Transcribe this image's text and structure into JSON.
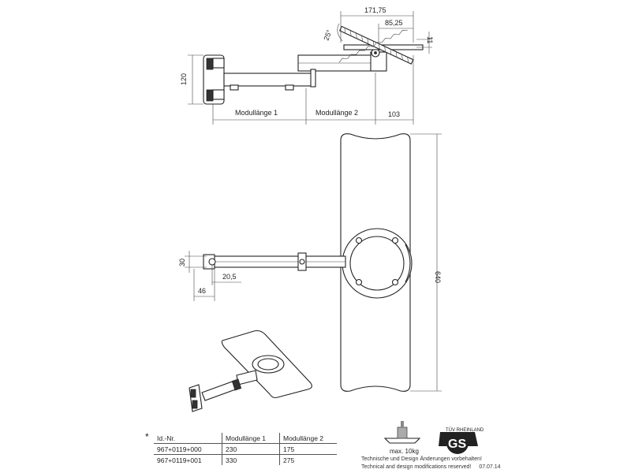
{
  "dimensions": {
    "top_width_total": "171,75",
    "top_width_half": "85,25",
    "top_angle": "25°",
    "top_plate_height": "11",
    "side_height": "120",
    "module1_label": "Modullänge 1",
    "module2_label": "Modullänge 2",
    "end_length": "103",
    "plate_height": "640",
    "wall_height": "30",
    "wall_offset": "20,5",
    "wall_depth": "46"
  },
  "table": {
    "marker": "*",
    "headers": [
      "Id.-Nr.",
      "Modullänge 1",
      "Modullänge 2"
    ],
    "rows": [
      [
        "967+0119+000",
        "230",
        "175"
      ],
      [
        "967+0119+001",
        "330",
        "275"
      ]
    ]
  },
  "load": {
    "label": "max. 10kg"
  },
  "badge": {
    "top_text": "TÜV RHEINLAND",
    "letters": "GS"
  },
  "notice": {
    "line_de": "Technische und Design Änderungen vorbehalten!",
    "line_en": "Technical and design modifications reserved!",
    "date": "07.07.14"
  }
}
